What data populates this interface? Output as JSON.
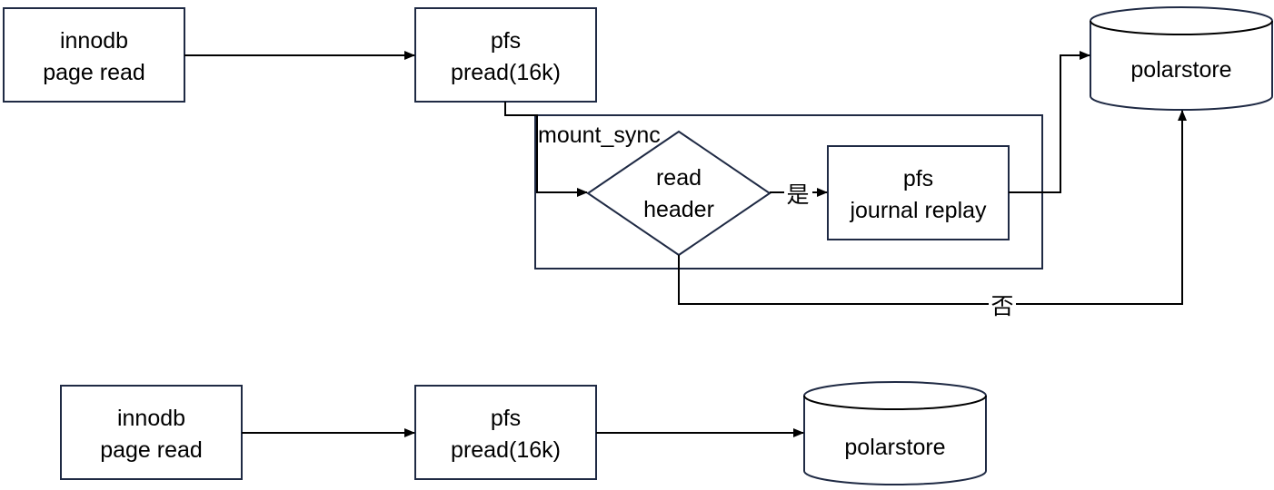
{
  "diagram": {
    "top": {
      "innodb": {
        "line1": "innodb",
        "line2": "page read"
      },
      "pfs": {
        "line1": "pfs",
        "line2": "pread(16k)"
      },
      "polarstore": {
        "label": "polarstore"
      },
      "group": {
        "label": "mount_sync"
      },
      "decision": {
        "line1": "read",
        "line2": "header"
      },
      "replay": {
        "line1": "pfs",
        "line2": "journal replay"
      },
      "edge_yes": "是",
      "edge_no": "否"
    },
    "bottom": {
      "innodb": {
        "line1": "innodb",
        "line2": "page read"
      },
      "pfs": {
        "line1": "pfs",
        "line2": "pread(16k)"
      },
      "polarstore": {
        "label": "polarstore"
      }
    }
  }
}
